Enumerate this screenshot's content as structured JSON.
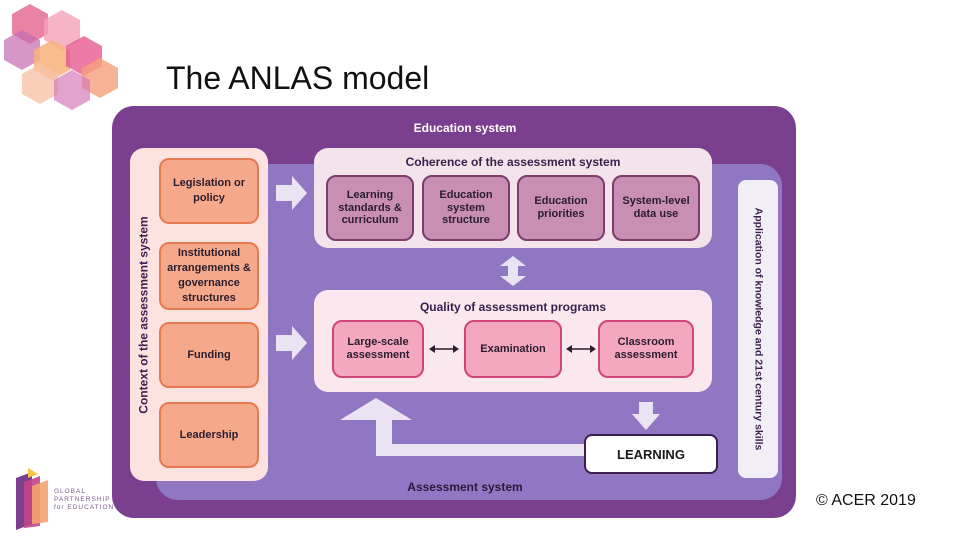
{
  "title": "The ANLAS model",
  "diagram": {
    "outer_label": "Education system",
    "inner_label": "Assessment system",
    "context": {
      "title": "Context of the assessment system",
      "items": [
        "Legislation or policy",
        "Institutional arrangements & governance structures",
        "Funding",
        "Leadership"
      ]
    },
    "coherence": {
      "title": "Coherence of the assessment system",
      "items": [
        "Learning standards & curriculum",
        "Education system structure",
        "Education priorities",
        "System-level data use"
      ]
    },
    "quality": {
      "title": "Quality of assessment programs",
      "items": [
        "Large-scale assessment",
        "Examination",
        "Classroom assessment"
      ]
    },
    "learning": "LEARNING",
    "side_label": "Application of knowledge and 21st century skills"
  },
  "logo": {
    "lines": [
      "GLOBAL",
      "PARTNERSHIP",
      "for EDUCATION"
    ]
  },
  "copyright": "© ACER 2019",
  "colors": {
    "outer": "#7b3f8f",
    "inner": "#9077c4",
    "context_box": "#f6a88a",
    "coherence_box": "#c98fb3",
    "quality_box": "#f4a8c0"
  }
}
